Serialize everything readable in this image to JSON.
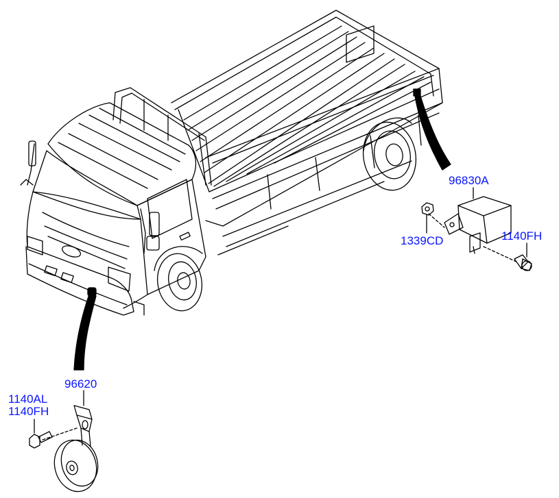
{
  "labels": {
    "part_96830A": "96830A",
    "part_1339CD": "1339CD",
    "part_1140FH_right": "1140FH",
    "part_96620": "96620",
    "part_1140AL": "1140AL",
    "part_1140FH_left": "1140FH"
  },
  "colors": {
    "label": "#0a14ff",
    "line": "#000000",
    "background": "#ffffff"
  }
}
